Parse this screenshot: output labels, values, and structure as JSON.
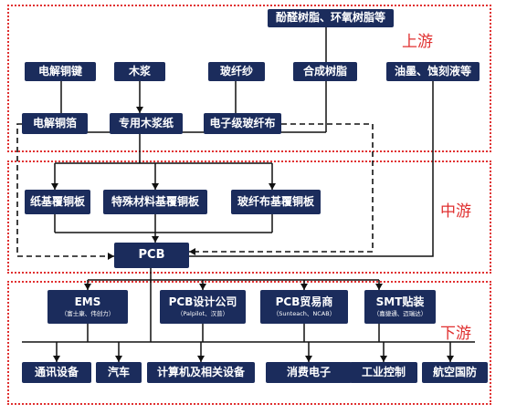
{
  "colors": {
    "box": "#1b2c5c",
    "zone_border": "#e03030",
    "line": "#111111"
  },
  "zones": {
    "upstream": "上游",
    "midstream": "中游",
    "downstream": "下游"
  },
  "upstream": {
    "top_material": "酚醛树脂、环氧树脂等",
    "raw": [
      "电解铜键",
      "木浆",
      "玻纤纱",
      "合成树脂",
      "油墨、蚀刻液等"
    ],
    "processed": [
      "电解铜箔",
      "专用木浆纸",
      "电子级玻纤布"
    ]
  },
  "midstream": {
    "laminates": [
      "纸基覆铜板",
      "特殊材料基覆铜板",
      "玻纤布基覆铜板"
    ],
    "pcb": "PCB"
  },
  "downstream": {
    "players": [
      {
        "name": "EMS",
        "sub": "（富士康、伟创力）"
      },
      {
        "name": "PCB设计公司",
        "sub": "（Palpilot、汉普）"
      },
      {
        "name": "PCB贸易商",
        "sub": "（Sunteach、NCAB）"
      },
      {
        "name": "SMT贴装",
        "sub": "（嘉捷通、迈瑞达）"
      }
    ],
    "applications": [
      "通讯设备",
      "汽车",
      "计算机及相关设备",
      "消费电子",
      "工业控制",
      "航空国防"
    ]
  }
}
